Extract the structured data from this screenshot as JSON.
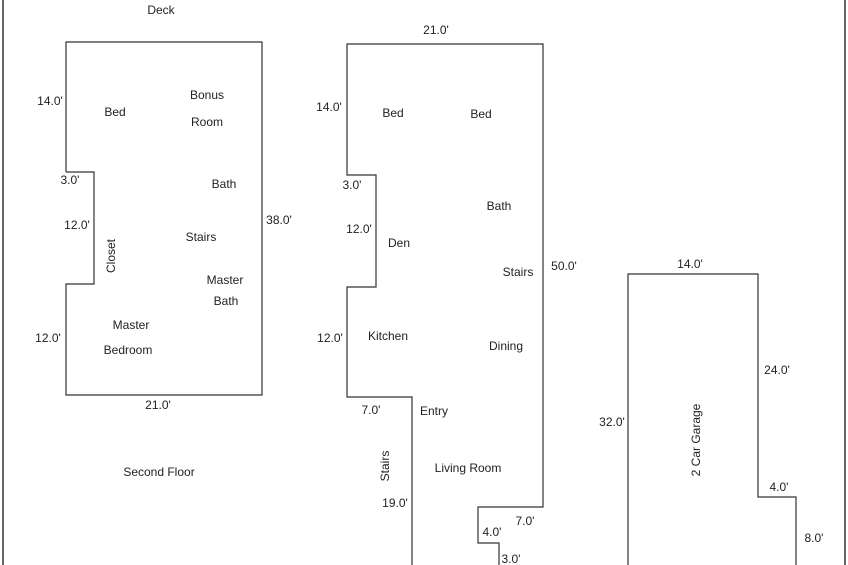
{
  "second_floor": {
    "caption": "Second Floor",
    "deck": "Deck",
    "rooms": {
      "bed": "Bed",
      "bonus_1": "Bonus",
      "bonus_2": "Room",
      "bath": "Bath",
      "stairs": "Stairs",
      "closet": "Closet",
      "master_bath_1": "Master",
      "master_bath_2": "Bath",
      "master_bedroom_1": "Master",
      "master_bedroom_2": "Bedroom"
    },
    "dimensions": {
      "top_left": "14.0'",
      "notch_width": "3.0'",
      "notch_height": "12.0'",
      "bottom_left": "12.0'",
      "right": "38.0'",
      "bottom": "21.0'"
    }
  },
  "first_floor": {
    "rooms": {
      "bed_1": "Bed",
      "bed_2": "Bed",
      "bath": "Bath",
      "den": "Den",
      "stairs_right": "Stairs",
      "kitchen": "Kitchen",
      "dining": "Dining",
      "entry": "Entry",
      "stairs_left": "Stairs",
      "living_room": "Living Room"
    },
    "dimensions": {
      "top": "21.0'",
      "top_left": "14.0'",
      "notch_width": "3.0'",
      "notch_height": "12.0'",
      "kitchen_left": "12.0'",
      "right": "50.0'",
      "entry_width": "7.0'",
      "entry_height": "19.0'",
      "step_width": "7.0'",
      "step_height": "4.0'",
      "bottom_step": "3.0'"
    }
  },
  "garage": {
    "label": "2 Car Garage",
    "dimensions": {
      "top": "14.0'",
      "left": "32.0'",
      "right_upper": "24.0'",
      "offset": "4.0'",
      "right_lower": "8.0'"
    }
  }
}
